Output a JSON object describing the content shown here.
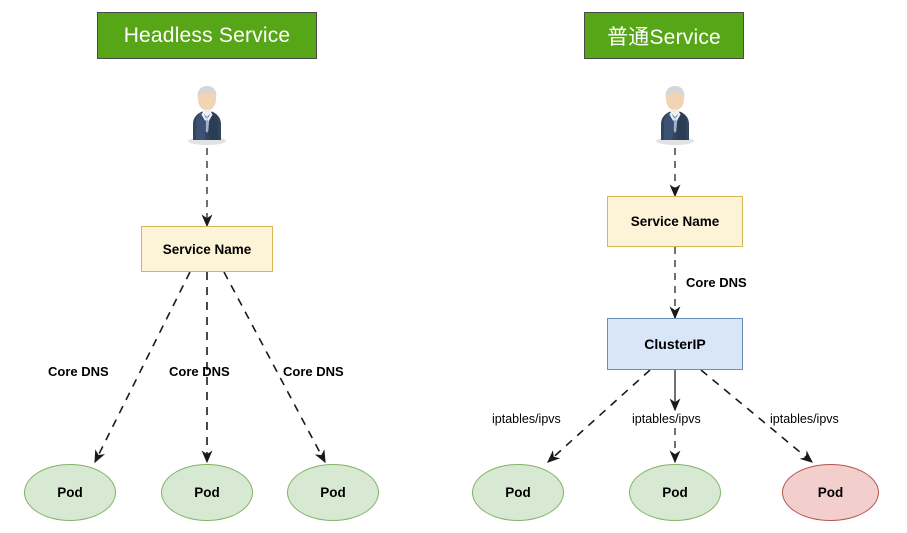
{
  "diagram": {
    "title_left": "Headless Service",
    "title_right": "普通Service",
    "background_color": "#ffffff",
    "banner_color": "#57a618",
    "banner_text_color": "#ffffff",
    "service_box_fill": "#fdf3d7",
    "service_box_stroke": "#d6b656",
    "clusterip_fill": "#d9e6f7",
    "clusterip_stroke": "#6c8ebf",
    "pod_green_fill": "#d7e9d2",
    "pod_green_stroke": "#82b366",
    "pod_red_fill": "#f2cfcd",
    "pod_red_stroke": "#b85450",
    "edge_color": "#4d4d4d"
  },
  "left_panel": {
    "banner_label": "Headless Service",
    "actor_icon": "business-person-icon",
    "service_node_label": "Service Name",
    "edge_labels": [
      "Core DNS",
      "Core DNS",
      "Core DNS"
    ],
    "pods": [
      {
        "label": "Pod",
        "status": "green"
      },
      {
        "label": "Pod",
        "status": "green"
      },
      {
        "label": "Pod",
        "status": "green"
      }
    ]
  },
  "right_panel": {
    "banner_label": "普通Service",
    "actor_icon": "business-person-icon",
    "service_node_label": "Service Name",
    "dns_edge_label": "Core DNS",
    "clusterip_node_label": "ClusterIP",
    "edge_labels": [
      "iptables/ipvs",
      "iptables/ipvs",
      "iptables/ipvs"
    ],
    "pods": [
      {
        "label": "Pod",
        "status": "green"
      },
      {
        "label": "Pod",
        "status": "green"
      },
      {
        "label": "Pod",
        "status": "red"
      }
    ]
  }
}
